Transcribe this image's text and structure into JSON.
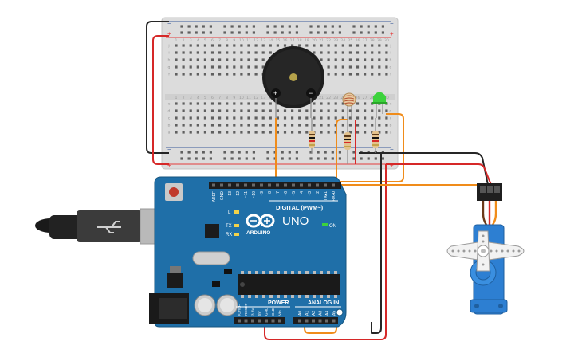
{
  "colors": {
    "board": "#1f6fa8",
    "board_dark": "#17567f",
    "breadboard": "#dcdcdc",
    "rail_red": "#e53b3b",
    "rail_blue": "#3a5a9a",
    "wire_black": "#262626",
    "wire_red": "#d62828",
    "wire_orange": "#f08c1a",
    "servo_blue": "#2d7fd2",
    "led_green": "#3cd23c"
  },
  "breadboard": {
    "column_numbers": [
      "1",
      "2",
      "3",
      "4",
      "5",
      "6",
      "7",
      "8",
      "9",
      "10",
      "11",
      "12",
      "13",
      "14",
      "15",
      "16",
      "17",
      "18",
      "19",
      "20",
      "21",
      "22",
      "23",
      "24",
      "25",
      "26",
      "27",
      "28",
      "29",
      "30"
    ],
    "row_letters_top": [
      "j",
      "i",
      "h",
      "g",
      "f"
    ],
    "row_letters_bottom": [
      "e",
      "d",
      "c",
      "b",
      "a"
    ],
    "rail_plus": "+",
    "rail_minus": "−"
  },
  "arduino": {
    "logo_text": "ARDUINO",
    "model": "UNO",
    "digital_label": "DIGITAL (PWM~)",
    "power_label": "POWER",
    "analog_label": "ANALOG IN",
    "on_label": "ON",
    "l_label": "L",
    "tx_label": "TX",
    "rx_label": "RX",
    "ioref_label": "IOREF",
    "digital_pins": [
      "AREF",
      "GND",
      "13",
      "12",
      "~11",
      "~10",
      "~9",
      "8",
      "7",
      "~6",
      "~5",
      "4",
      "~3",
      "2",
      "TX▸1",
      "RX◂0"
    ],
    "power_pins": [
      "IOREF",
      "RESET",
      "3.3V",
      "5V",
      "GND",
      "GND",
      "Vin"
    ],
    "analog_pins": [
      "A0",
      "A1",
      "A2",
      "A3",
      "A4",
      "A5"
    ]
  }
}
